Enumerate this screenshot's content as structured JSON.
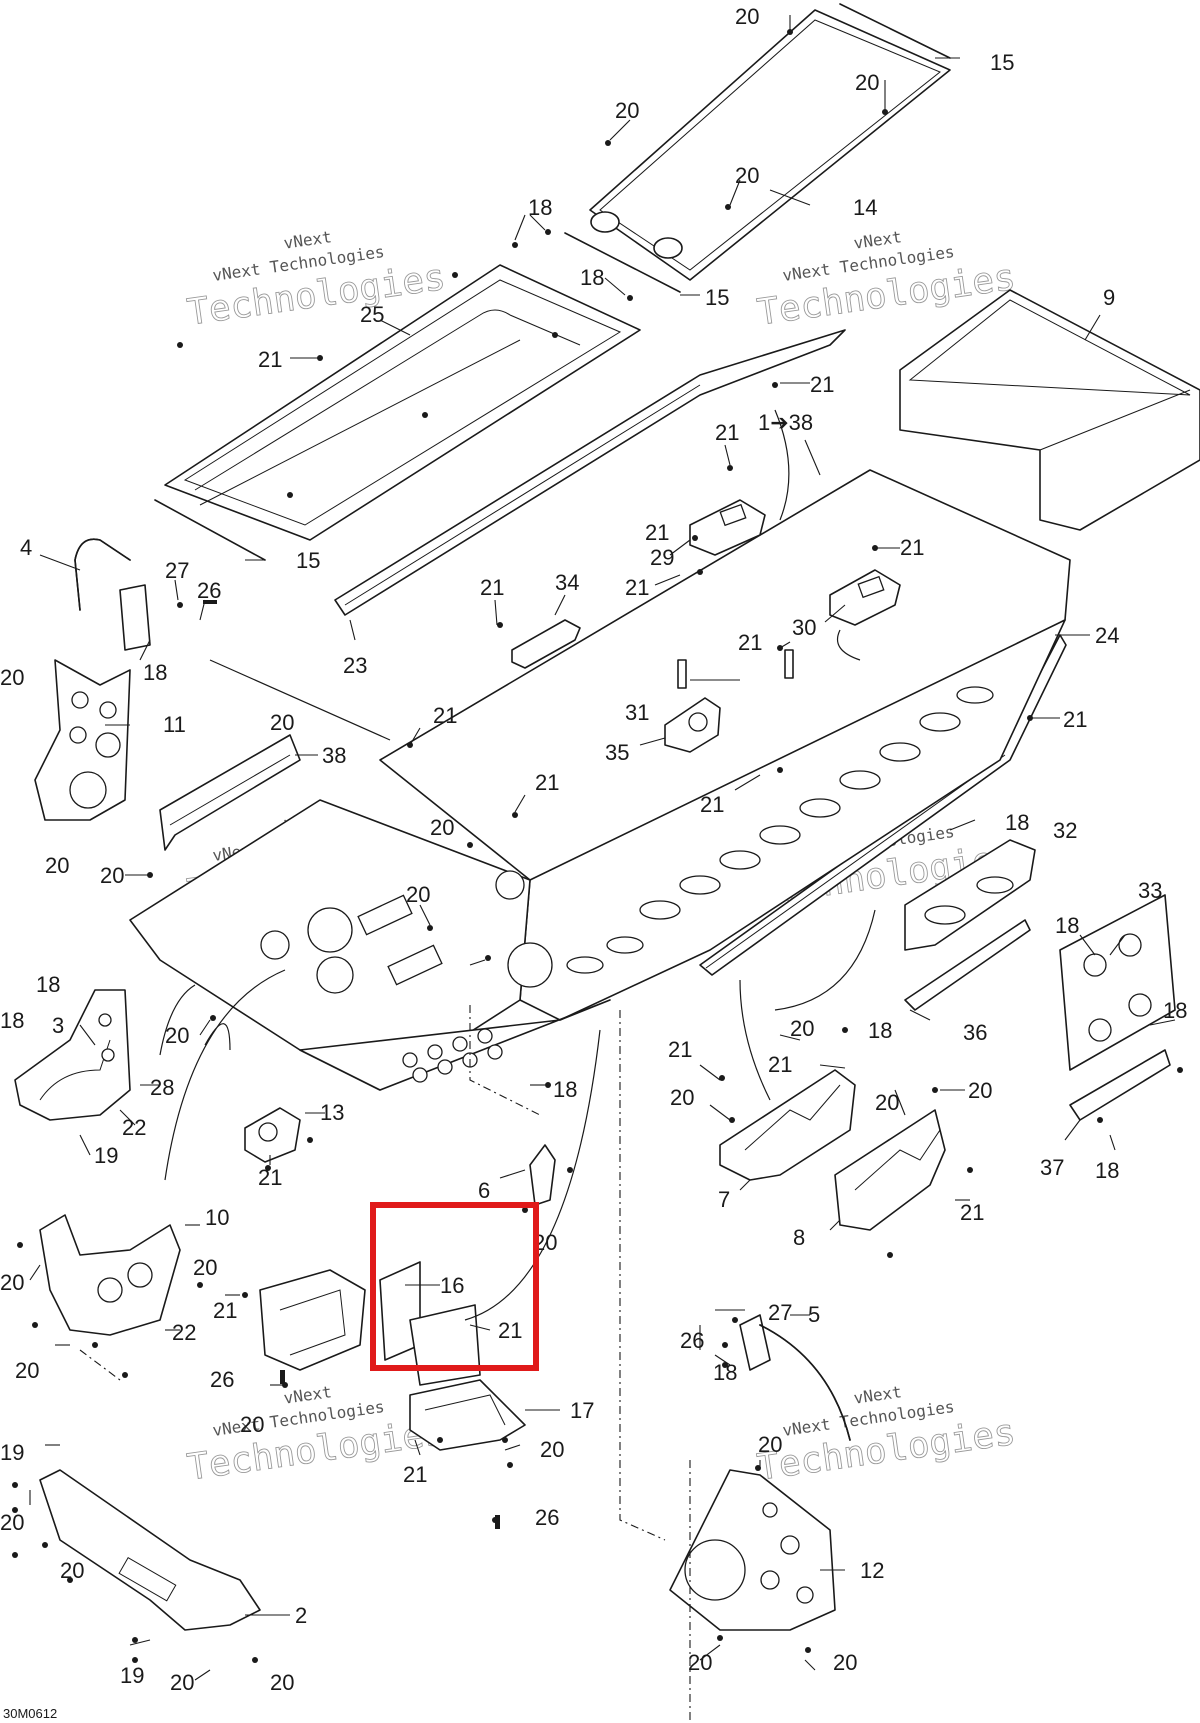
{
  "drawing_code": "30M0612",
  "watermark": {
    "line1": "vNext",
    "line2": "vNext Technologies",
    "line3": "Technologies"
  },
  "callouts": [
    {
      "id": "c20a",
      "text": "20"
    },
    {
      "id": "c15a",
      "text": "15"
    },
    {
      "id": "c20b",
      "text": "20"
    },
    {
      "id": "c20c",
      "text": "20"
    },
    {
      "id": "c20d",
      "text": "20"
    },
    {
      "id": "c14",
      "text": "14"
    },
    {
      "id": "c18a",
      "text": "18"
    },
    {
      "id": "c18b",
      "text": "18"
    },
    {
      "id": "c15b",
      "text": "15"
    },
    {
      "id": "c9",
      "text": "9"
    },
    {
      "id": "c25",
      "text": "25"
    },
    {
      "id": "c21a",
      "text": "21"
    },
    {
      "id": "c21b",
      "text": "21"
    },
    {
      "id": "c21c",
      "text": "21"
    },
    {
      "id": "c138",
      "text": "1➔38"
    },
    {
      "id": "c15c",
      "text": "15"
    },
    {
      "id": "c4",
      "text": "4"
    },
    {
      "id": "c27a",
      "text": "27"
    },
    {
      "id": "c26a",
      "text": "26"
    },
    {
      "id": "c18c",
      "text": "18"
    },
    {
      "id": "c23",
      "text": "23"
    },
    {
      "id": "c21d",
      "text": "21"
    },
    {
      "id": "c34",
      "text": "34"
    },
    {
      "id": "c21e",
      "text": "21"
    },
    {
      "id": "c29",
      "text": "29"
    },
    {
      "id": "c21f",
      "text": "21"
    },
    {
      "id": "c21g",
      "text": "21"
    },
    {
      "id": "c30",
      "text": "30"
    },
    {
      "id": "c21h",
      "text": "21"
    },
    {
      "id": "c24",
      "text": "24"
    },
    {
      "id": "c20e",
      "text": "20"
    },
    {
      "id": "c11",
      "text": "11"
    },
    {
      "id": "c20f",
      "text": "20"
    },
    {
      "id": "c38",
      "text": "38"
    },
    {
      "id": "c21i",
      "text": "21"
    },
    {
      "id": "c31",
      "text": "31"
    },
    {
      "id": "c35",
      "text": "35"
    },
    {
      "id": "c21j",
      "text": "21"
    },
    {
      "id": "c21k",
      "text": "21"
    },
    {
      "id": "c21l",
      "text": "21"
    },
    {
      "id": "c20g",
      "text": "20"
    },
    {
      "id": "c20h",
      "text": "20"
    },
    {
      "id": "c18d",
      "text": "18"
    },
    {
      "id": "c32",
      "text": "32"
    },
    {
      "id": "c20i",
      "text": "20"
    },
    {
      "id": "c20j",
      "text": "20"
    },
    {
      "id": "c33",
      "text": "33"
    },
    {
      "id": "c18e",
      "text": "18"
    },
    {
      "id": "c18f",
      "text": "18"
    },
    {
      "id": "c3",
      "text": "3"
    },
    {
      "id": "c18g",
      "text": "18"
    },
    {
      "id": "c20k",
      "text": "20"
    },
    {
      "id": "c28",
      "text": "28"
    },
    {
      "id": "c22a",
      "text": "22"
    },
    {
      "id": "c19a",
      "text": "19"
    },
    {
      "id": "c18h",
      "text": "18"
    },
    {
      "id": "c18i",
      "text": "18"
    },
    {
      "id": "c36",
      "text": "36"
    },
    {
      "id": "c18j",
      "text": "18"
    },
    {
      "id": "c20l",
      "text": "20"
    },
    {
      "id": "c21m",
      "text": "21"
    },
    {
      "id": "c21n",
      "text": "21"
    },
    {
      "id": "c20m",
      "text": "20"
    },
    {
      "id": "c20n",
      "text": "20"
    },
    {
      "id": "c20o",
      "text": "20"
    },
    {
      "id": "c13",
      "text": "13"
    },
    {
      "id": "c21o",
      "text": "21"
    },
    {
      "id": "c7",
      "text": "7"
    },
    {
      "id": "c37",
      "text": "37"
    },
    {
      "id": "c18k",
      "text": "18"
    },
    {
      "id": "c6",
      "text": "6"
    },
    {
      "id": "c20p",
      "text": "20"
    },
    {
      "id": "c21p",
      "text": "21"
    },
    {
      "id": "c8",
      "text": "8"
    },
    {
      "id": "c10",
      "text": "10"
    },
    {
      "id": "c16",
      "text": "16"
    },
    {
      "id": "c20q",
      "text": "20"
    },
    {
      "id": "c20r",
      "text": "20"
    },
    {
      "id": "c21q",
      "text": "21"
    },
    {
      "id": "c21r",
      "text": "21"
    },
    {
      "id": "c22b",
      "text": "22"
    },
    {
      "id": "c27b",
      "text": "27"
    },
    {
      "id": "c5",
      "text": "5"
    },
    {
      "id": "c26b",
      "text": "26"
    },
    {
      "id": "c18l",
      "text": "18"
    },
    {
      "id": "c20s",
      "text": "20"
    },
    {
      "id": "c26c",
      "text": "26"
    },
    {
      "id": "c20t",
      "text": "20"
    },
    {
      "id": "c17",
      "text": "17"
    },
    {
      "id": "c20u",
      "text": "20"
    },
    {
      "id": "c21s",
      "text": "21"
    },
    {
      "id": "c20v",
      "text": "20"
    },
    {
      "id": "c26d",
      "text": "26"
    },
    {
      "id": "c19b",
      "text": "19"
    },
    {
      "id": "c20w",
      "text": "20"
    },
    {
      "id": "c20x",
      "text": "20"
    },
    {
      "id": "c2",
      "text": "2"
    },
    {
      "id": "c12",
      "text": "12"
    },
    {
      "id": "c19c",
      "text": "19"
    },
    {
      "id": "c20y",
      "text": "20"
    },
    {
      "id": "c20z",
      "text": "20"
    },
    {
      "id": "c20aa",
      "text": "20"
    },
    {
      "id": "c20ab",
      "text": "20"
    }
  ],
  "highlight": {
    "target_parts": [
      "16",
      "21"
    ],
    "color": "#e01a1a"
  }
}
